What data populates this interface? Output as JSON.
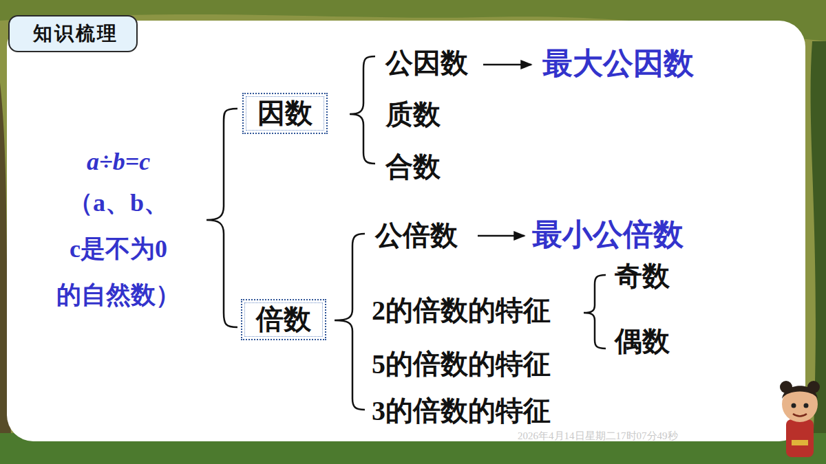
{
  "diagram": {
    "title": "知识梳理",
    "nodes": [
      {
        "text": [
          "因数"
        ]
      },
      {
        "text": [
          "倍数"
        ]
      }
    ],
    "labels": [
      "a÷b=c",
      "（a、b、 c是不为0 的自然数）",
      "公因数",
      "最大公因数",
      "质数",
      "合数",
      "公倍数",
      "最小公倍数",
      "2的倍数的特征",
      "奇数",
      "偶数",
      "5的倍数的特征",
      "3的倍数的特征",
      "2026年4月14日星期二17时07分49秒"
    ]
  }
}
